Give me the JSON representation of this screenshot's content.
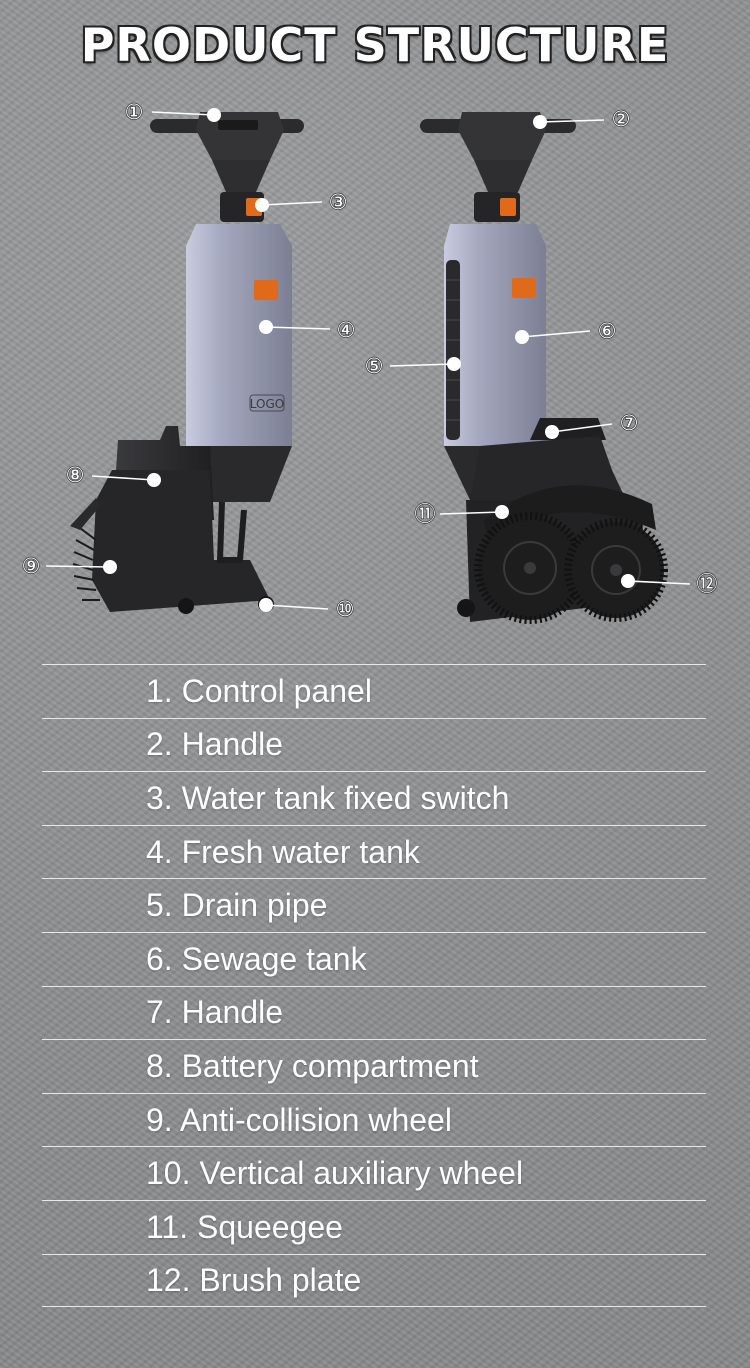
{
  "title": "PRODUCT STRUCTURE",
  "callouts": [
    "①",
    "②",
    "③",
    "④",
    "⑤",
    "⑥",
    "⑦",
    "⑧",
    "⑨",
    "⑩",
    "⑪",
    "⑫"
  ],
  "logo_text": "LOGO",
  "parts": [
    "1. Control panel",
    "2. Handle",
    "3. Water tank fixed switch",
    "4. Fresh water tank",
    "5. Drain pipe",
    "6. Sewage tank",
    "7. Handle",
    "8. Battery compartment",
    "9. Anti-collision wheel",
    "10. Vertical auxiliary wheel",
    "11. Squeegee",
    "12. Brush plate"
  ],
  "colors": {
    "background": "#8f9193",
    "tank": "#9c9fb3",
    "body": "#2b2b2d",
    "accent": "#e06a1a",
    "line": "#ffffff"
  }
}
